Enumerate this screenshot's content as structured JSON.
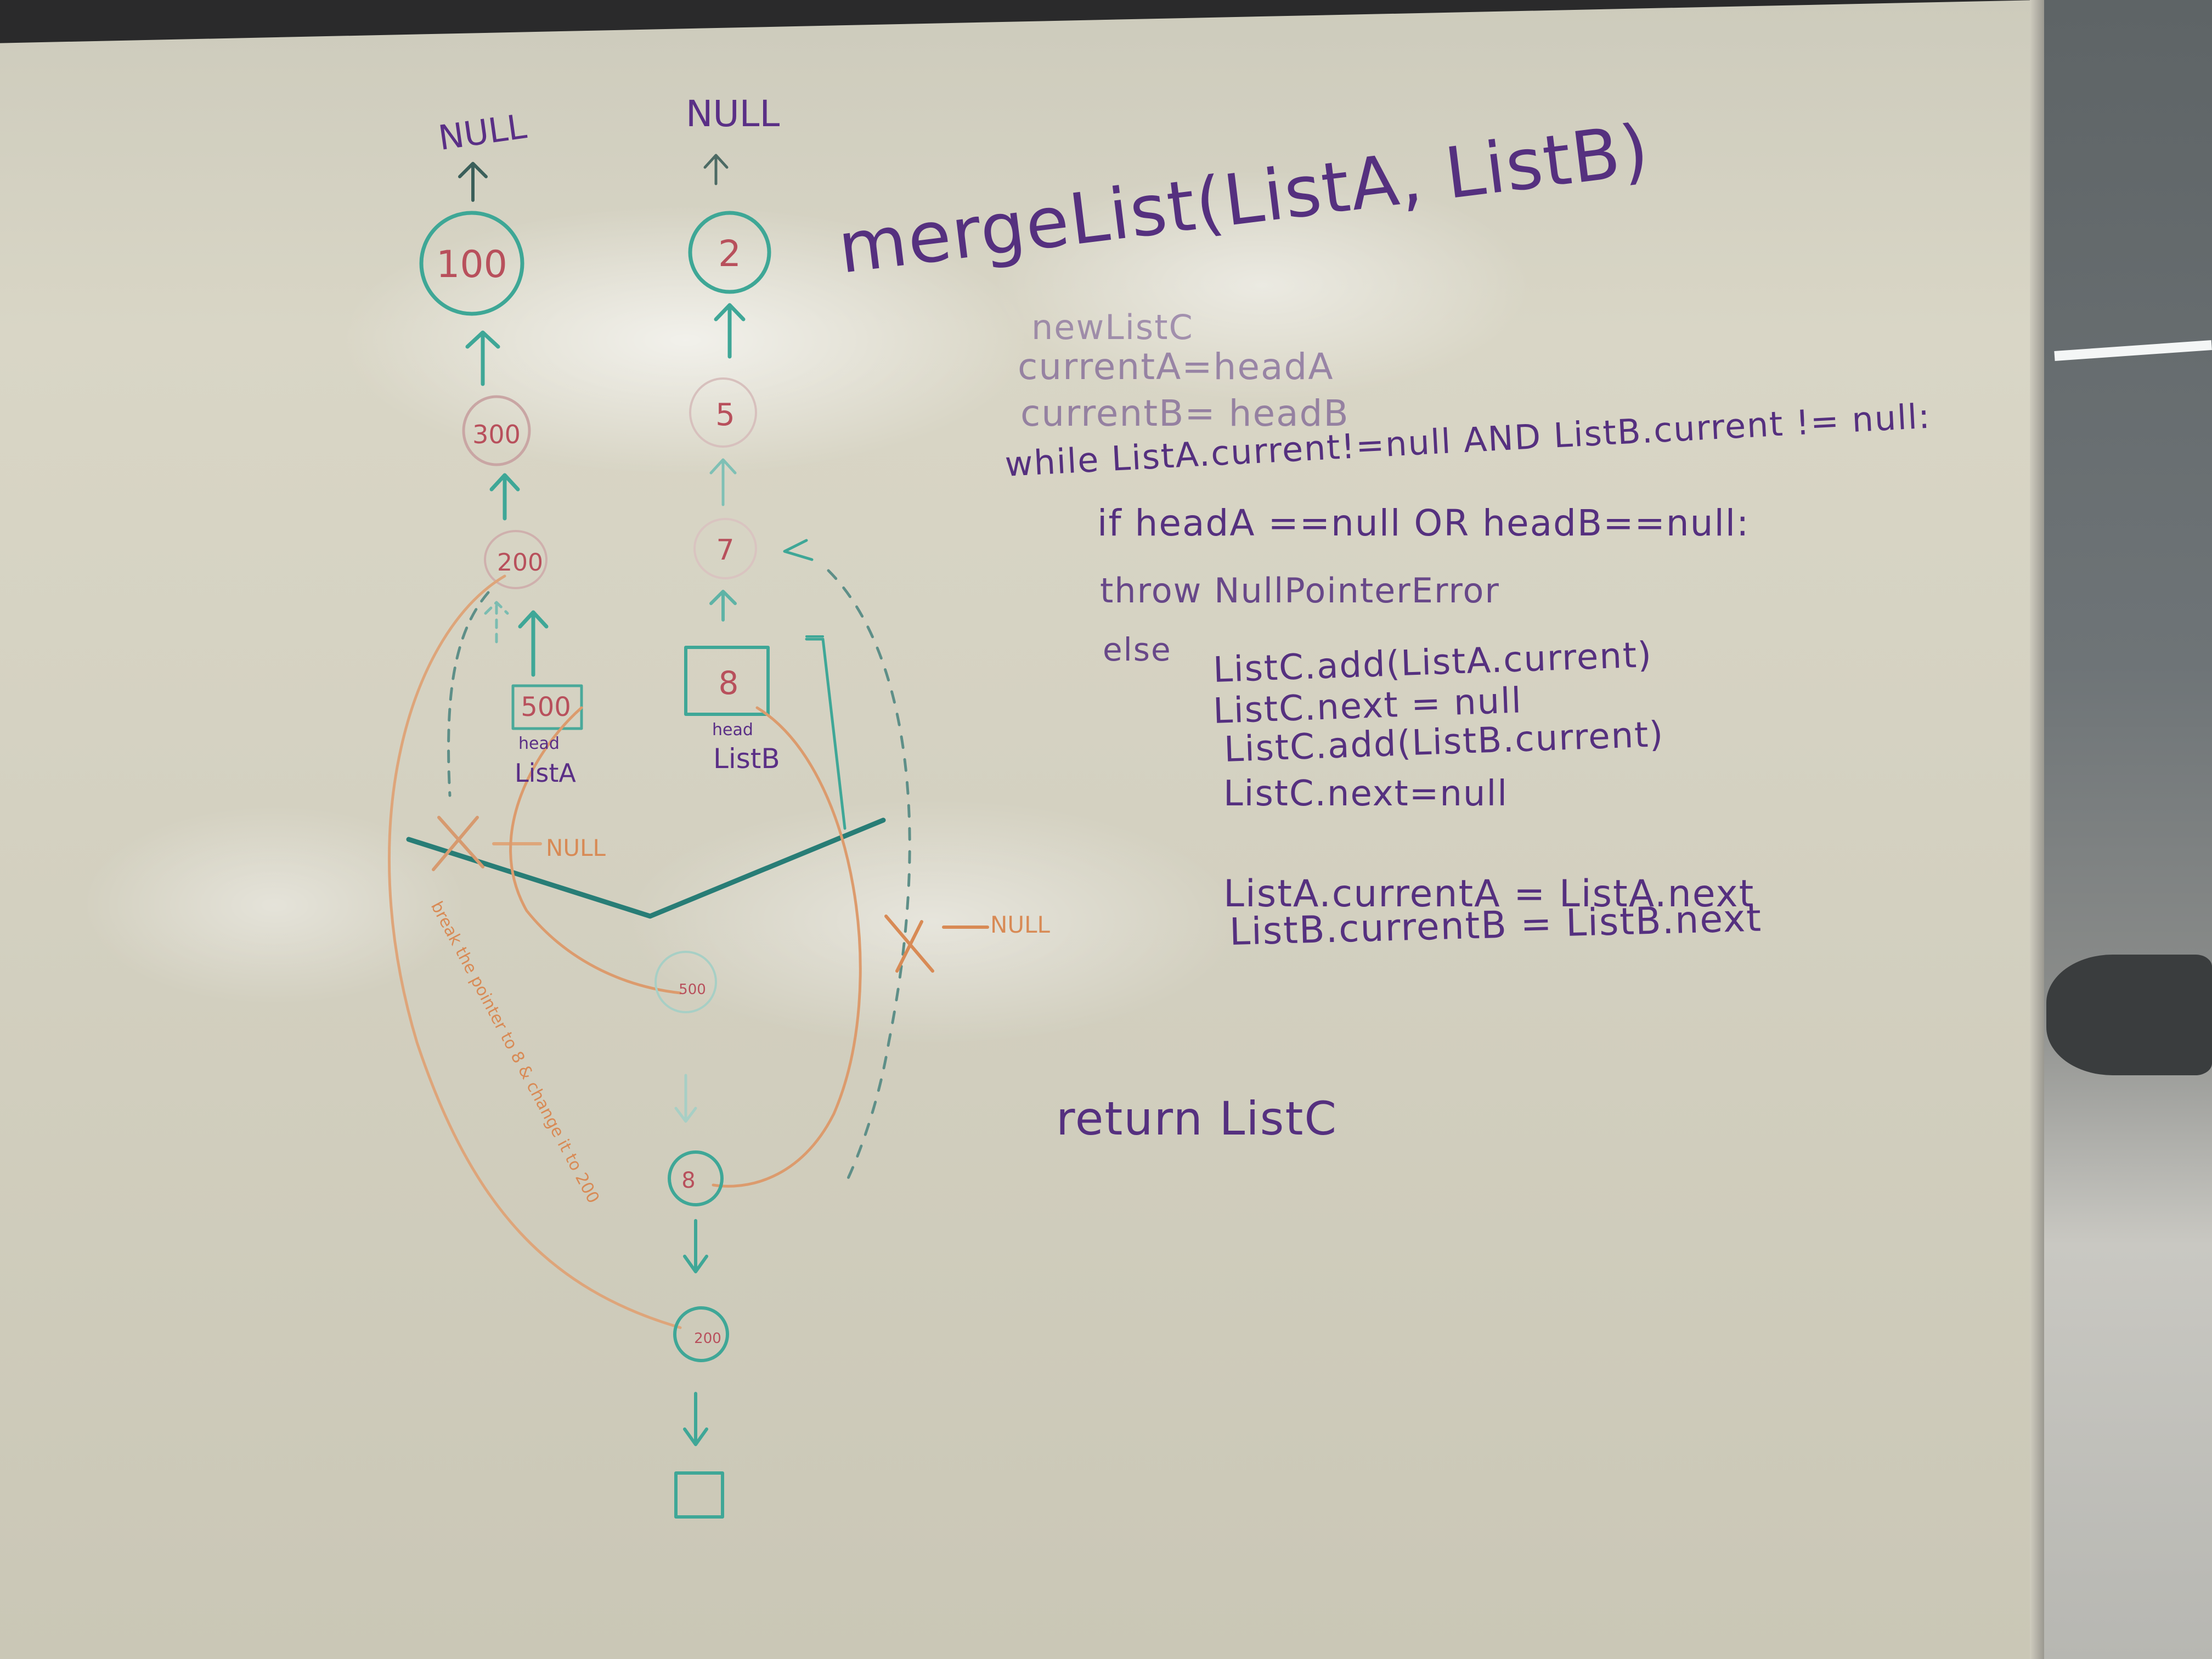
{
  "diagram": {
    "null_top_a": "NULL",
    "null_top_b": "NULL",
    "list_a_nodes": [
      "100",
      "300",
      "200",
      "500"
    ],
    "list_b_nodes": [
      "2",
      "5",
      "7",
      "8"
    ],
    "head_label": "head",
    "list_a_label": "ListA",
    "list_b_label": "ListB",
    "null_left": "NULL",
    "null_right": "NULL",
    "break_note": "break the pointer to 8 & change it to 200",
    "merged_nodes": [
      "500",
      "8",
      "200"
    ]
  },
  "code": {
    "signature": "mergeList(ListA, ListB)",
    "lines": [
      "newListC",
      "currentA=headA",
      "currentB= headB",
      "while ListA.current!=null AND ListB.current != null:",
      "if headA ==null OR headB==null:",
      "throw NullPointerError",
      "else",
      "ListC.add(ListA.current)",
      "ListC.next = null",
      "ListC.add(ListB.current)",
      "ListC.next=null",
      "ListA.currentA = ListA.next",
      "ListB.currentB = ListB.next",
      "return ListC"
    ]
  },
  "colors": {
    "marker_purple": "#5a2f86",
    "marker_teal": "#2e9f8f",
    "marker_red": "#b8505c",
    "marker_orange": "#d88a55"
  }
}
